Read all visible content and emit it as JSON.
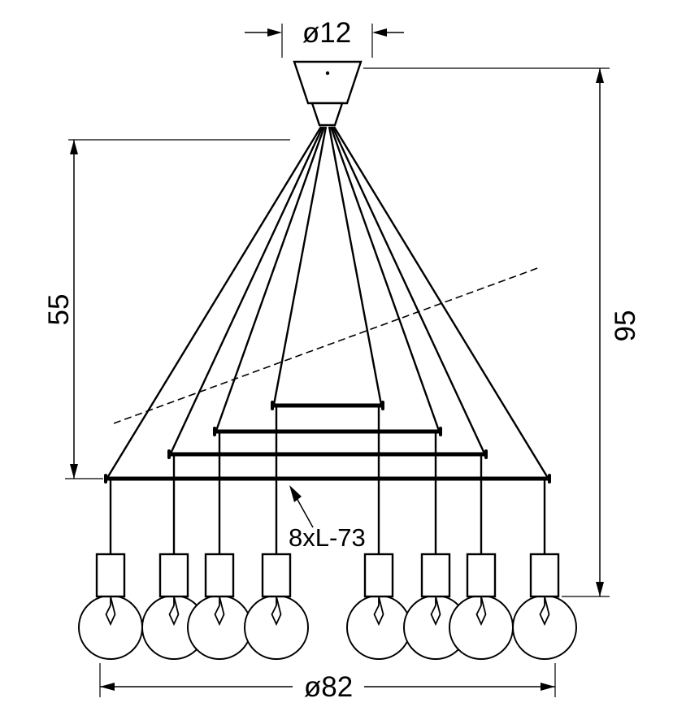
{
  "figure": {
    "bulb_count": 8,
    "line_color": "#000000",
    "background_color": "#ffffff"
  },
  "labels": {
    "top_diameter": "ø12",
    "hang_height": "55",
    "total_height": "95",
    "cable_spec": "8xL-73",
    "overall_diameter": "ø82"
  }
}
